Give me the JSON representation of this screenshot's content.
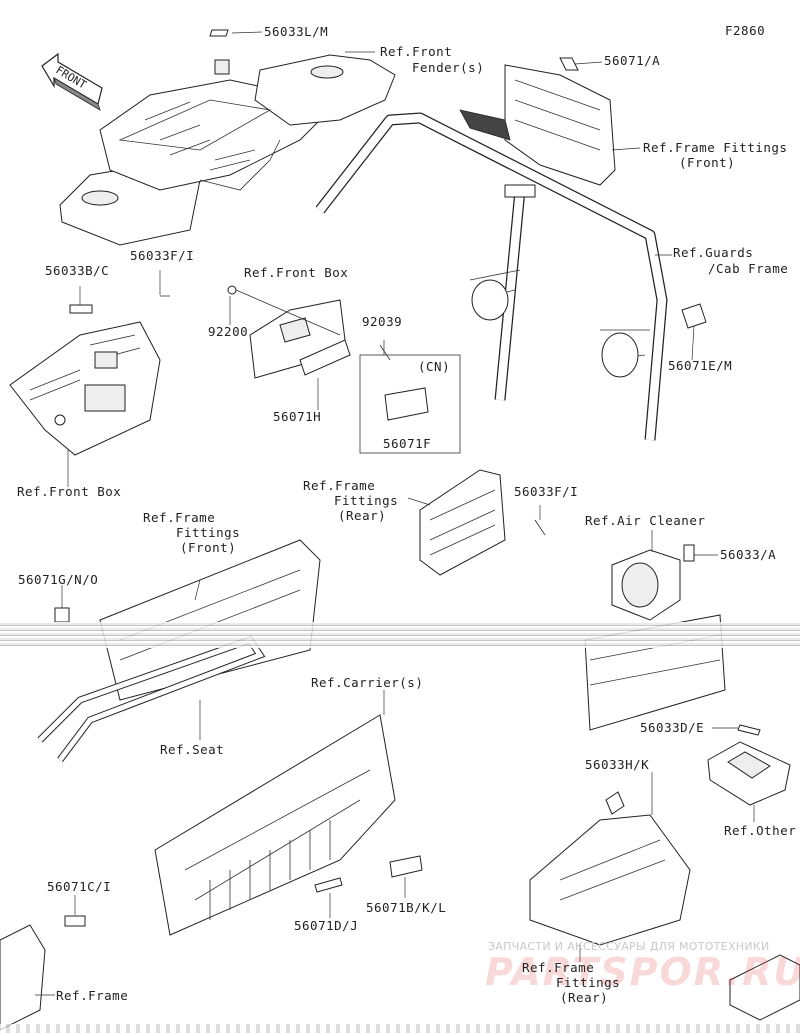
{
  "diagram_code": "F2860",
  "front_arrow_label": "FRONT",
  "labels": {
    "l_56033LM": "56033L/M",
    "l_ref_front_fender_1": "Ref.Front",
    "l_ref_front_fender_2": "Fender(s)",
    "l_56071A": "56071/A",
    "l_ref_frame_fit_front_1": "Ref.Frame Fittings",
    "l_ref_frame_fit_front_2": "(Front)",
    "l_ref_guards_1": "Ref.Guards",
    "l_ref_guards_2": "/Cab Frame",
    "l_56071EM": "56071E/M",
    "l_56033BC": "56033B/C",
    "l_56033FI_a": "56033F/I",
    "l_ref_front_box_a": "Ref.Front Box",
    "l_92200": "92200",
    "l_92039": "92039",
    "l_cn": "(CN)",
    "l_56071H": "56071H",
    "l_56071F": "56071F",
    "l_ref_front_box_b": "Ref.Front Box",
    "l_ref_frame_rear_a1": "Ref.Frame",
    "l_ref_frame_rear_a2": "Fittings",
    "l_ref_frame_rear_a3": "(Rear)",
    "l_56033FI_b": "56033F/I",
    "l_ref_air_cleaner": "Ref.Air Cleaner",
    "l_56033A": "56033/A",
    "l_ref_frame_fit_front_b1": "Ref.Frame",
    "l_ref_frame_fit_front_b2": "Fittings",
    "l_ref_frame_fit_front_b3": "(Front)",
    "l_56071GNO": "56071G/N/O",
    "l_ref_carrier": "Ref.Carrier(s)",
    "l_ref_seat": "Ref.Seat",
    "l_56033DE": "56033D/E",
    "l_56033HK": "56033H/K",
    "l_ref_other": "Ref.Other",
    "l_56071CI": "56071C/I",
    "l_ref_frame_bl": "Ref.Frame",
    "l_56071DJ": "56071D/J",
    "l_56071BKL": "56071B/K/L",
    "l_ref_frame_rear_b1": "Ref.Frame",
    "l_ref_frame_rear_b2": "Fittings",
    "l_ref_frame_rear_b3": "(Rear)"
  },
  "watermark": {
    "line1": "ЗАПЧАСТИ И АКСЕССУАРЫ ДЛЯ МОТОТЕХНИКИ",
    "line2": "PARTSPOR.RU"
  }
}
